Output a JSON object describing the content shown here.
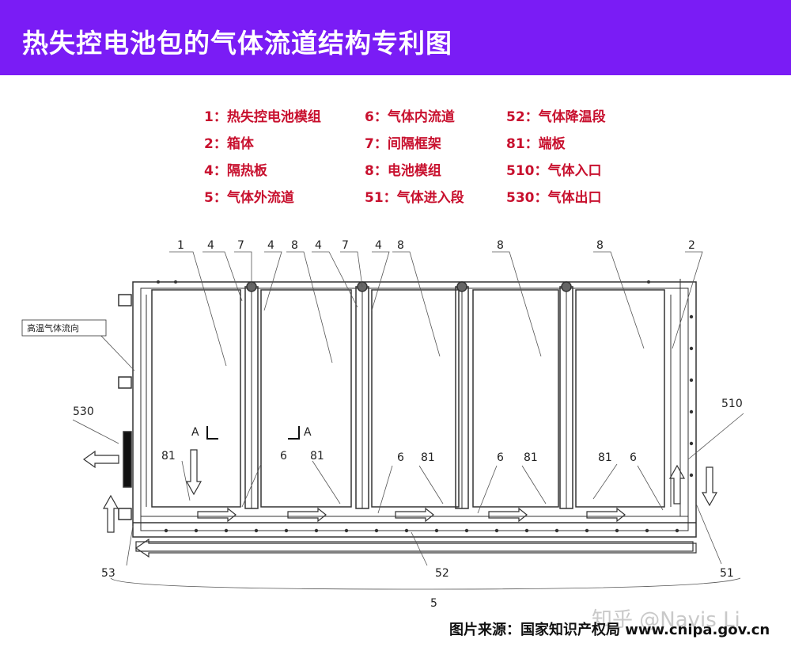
{
  "title": "热失控电池包的气体流道结构专利图",
  "legend": {
    "col1": [
      "1：热失控电池模组",
      "2：箱体",
      "4：隔热板",
      "5：气体外流道"
    ],
    "col2": [
      "6：气体内流道",
      "7：间隔框架",
      "8：电池模组",
      "51：气体进入段"
    ],
    "col3": [
      "52：气体降温段",
      "81：端板",
      "510：气体入口",
      "530：气体出口"
    ]
  },
  "diagram": {
    "flow_label": "高温气体流向",
    "top_labels": [
      "1",
      "4",
      "7",
      "4",
      "8",
      "4",
      "7",
      "4",
      "8",
      "8",
      "8",
      "2"
    ],
    "bottom_labels": {
      "l81a": "81",
      "l81b": "81",
      "l81c": "81",
      "l81d": "81",
      "l81e": "81",
      "l6a": "6",
      "l6b": "6",
      "l6c": "6",
      "l6d": "6",
      "l530": "530",
      "l510": "510",
      "l53": "53",
      "l52": "52",
      "l51": "51",
      "l5": "5",
      "sectionA1": "A",
      "sectionA2": "A"
    }
  },
  "source": "图片来源：国家知识产权局 www.cnipa.gov.cn",
  "watermark": "知乎 @Navis Li",
  "colors": {
    "banner": "#7a1cf5",
    "legend_text": "#c8102e"
  }
}
